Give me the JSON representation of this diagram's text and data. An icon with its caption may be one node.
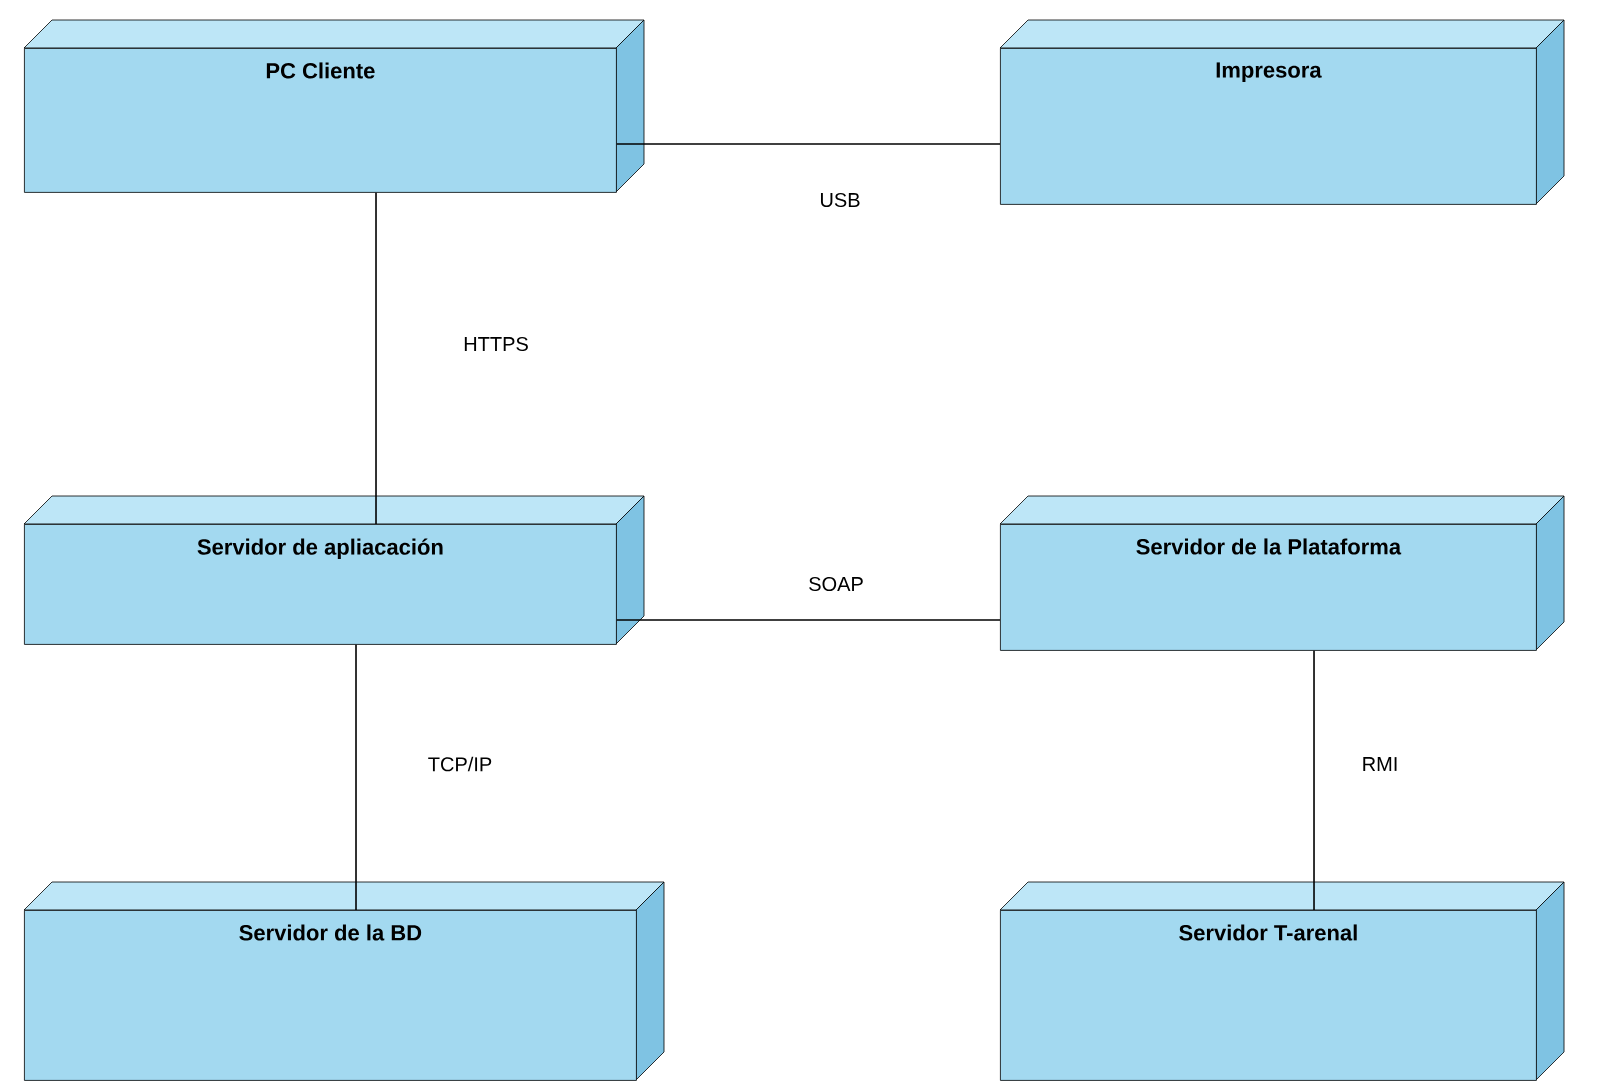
{
  "diagram": {
    "nodes": [
      {
        "text": [
          "PC  Cliente"
        ]
      },
      {
        "text": [
          "Impresora"
        ]
      },
      {
        "text": [
          "Servidor de apliacación"
        ]
      },
      {
        "text": [
          "Servidor de la Plataforma"
        ]
      },
      {
        "text": [
          "Servidor de la BD"
        ]
      },
      {
        "text": [
          "Servidor T-arenal"
        ]
      }
    ],
    "edges": [
      {
        "from": 0,
        "to": 1,
        "arrow": "none",
        "label": "USB"
      },
      {
        "from": 0,
        "to": 2,
        "arrow": "none",
        "label": "HTTPS"
      },
      {
        "from": 2,
        "to": 3,
        "arrow": "none",
        "label": "SOAP"
      },
      {
        "from": 2,
        "to": 4,
        "arrow": "none",
        "label": "TCP/IP"
      },
      {
        "from": 3,
        "to": 5,
        "arrow": "none",
        "label": "RMI"
      }
    ]
  }
}
